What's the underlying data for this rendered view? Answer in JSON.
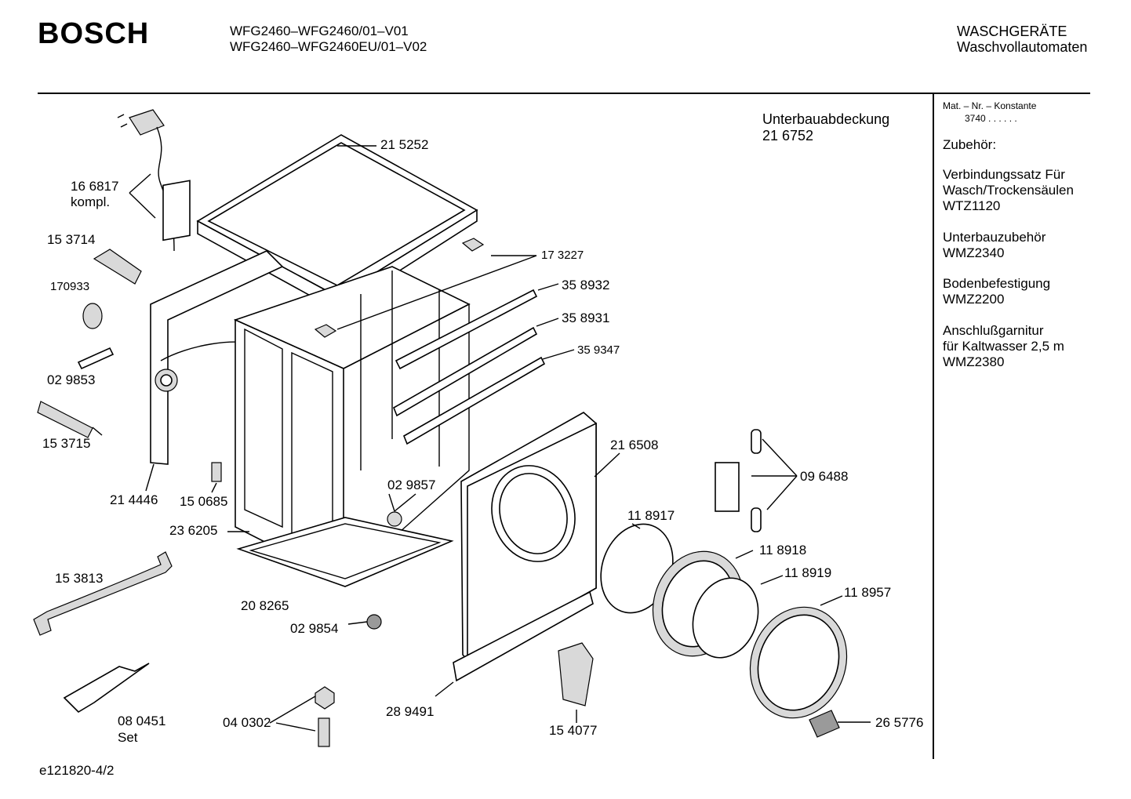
{
  "header": {
    "brand": "BOSCH",
    "model_line_1": "WFG2460–WFG2460/01–V01",
    "model_line_2": "WFG2460–WFG2460EU/01–V02",
    "category_line_1": "WASCHGERÄTE",
    "category_line_2": "Waschvollautomaten"
  },
  "sidebar": {
    "constant_label": "Mat. – Nr. – Konstante",
    "constant_value": "3740  .  .  .  .  .  .",
    "accessories_title": "Zubehör:",
    "items": [
      {
        "line1": "Verbindungssatz Für",
        "line2": "Wasch/Trockensäulen",
        "line3": "WTZ1120"
      },
      {
        "line1": "Unterbauzubehör",
        "line2": "WMZ2340"
      },
      {
        "line1": "Bodenbefestigung",
        "line2": "WMZ2200"
      },
      {
        "line1": "Anschlußgarnitur",
        "line2": "für Kaltwasser 2,5 m",
        "line3": "WMZ2380"
      }
    ]
  },
  "cover_note": {
    "line1": "Unterbauabdeckung",
    "line2": "21 6752"
  },
  "parts": {
    "p166817": "16 6817",
    "p166817_sub": "kompl.",
    "p215252": "21 5252",
    "p153714": "15 3714",
    "p170933": "170933",
    "p029853": "02 9853",
    "p153715": "15 3715",
    "p214446": "21 4446",
    "p150685": "15 0685",
    "p173227": "17 3227",
    "p358932": "35 8932",
    "p358931": "35 8931",
    "p359347": "35 9347",
    "p216508": "21 6508",
    "p096488": "09 6488",
    "p029857": "02 9857",
    "p236205": "23 6205",
    "p118917": "11 8917",
    "p118918": "11 8918",
    "p118919": "11 8919",
    "p118957": "11 8957",
    "p153813": "15 3813",
    "p208265": "20 8265",
    "p029854": "02 9854",
    "p080451": "08 0451",
    "p080451_sub": "Set",
    "p040302": "04 0302",
    "p289491": "28 9491",
    "p154077": "15 4077",
    "p265776": "26 5776"
  },
  "footer": {
    "drawing_id": "e121820-4/2"
  }
}
